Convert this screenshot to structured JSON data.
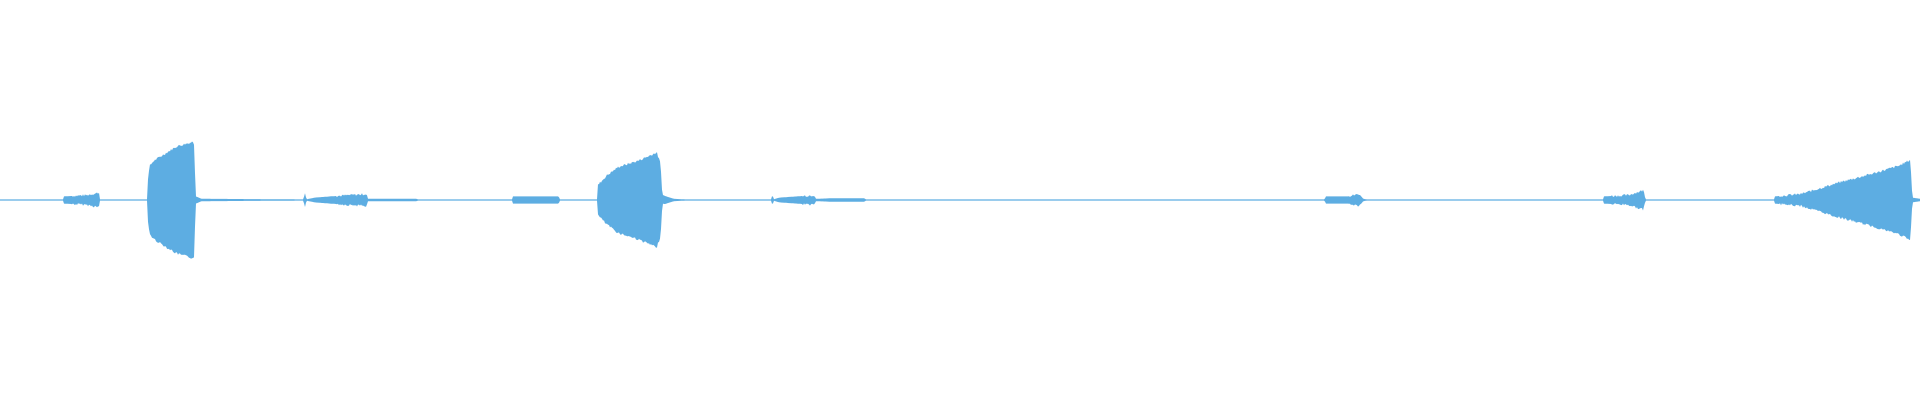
{
  "waveform": {
    "color": "#5dade2",
    "background": "#ffffff",
    "baseline_amplitude": 0.003,
    "envelope": [
      [
        0,
        0.003
      ],
      [
        0.033,
        0.003
      ],
      [
        0.033,
        0.018
      ],
      [
        0.045,
        0.024
      ],
      [
        0.052,
        0.037
      ],
      [
        0.052,
        0.003
      ],
      [
        0.077,
        0.003
      ],
      [
        0.077,
        0.104
      ],
      [
        0.078,
        0.171
      ],
      [
        0.08,
        0.195
      ],
      [
        0.086,
        0.232
      ],
      [
        0.092,
        0.268
      ],
      [
        0.099,
        0.287
      ],
      [
        0.101,
        0.293
      ],
      [
        0.102,
        0.018
      ],
      [
        0.105,
        0.006
      ],
      [
        0.158,
        0.003
      ],
      [
        0.159,
        0.043
      ],
      [
        0.1595,
        0.003
      ],
      [
        0.164,
        0.012
      ],
      [
        0.172,
        0.018
      ],
      [
        0.191,
        0.03
      ],
      [
        0.1915,
        0.006
      ],
      [
        0.217,
        0.006
      ],
      [
        0.2175,
        0.003
      ],
      [
        0.267,
        0.003
      ],
      [
        0.267,
        0.018
      ],
      [
        0.291,
        0.018
      ],
      [
        0.2915,
        0.003
      ],
      [
        0.311,
        0.003
      ],
      [
        0.3112,
        0.073
      ],
      [
        0.316,
        0.122
      ],
      [
        0.322,
        0.165
      ],
      [
        0.332,
        0.195
      ],
      [
        0.338,
        0.22
      ],
      [
        0.342,
        0.238
      ],
      [
        0.344,
        0.183
      ],
      [
        0.345,
        0.024
      ],
      [
        0.351,
        0.006
      ],
      [
        0.357,
        0.003
      ],
      [
        0.402,
        0.003
      ],
      [
        0.4023,
        0.061
      ],
      [
        0.4027,
        0.003
      ],
      [
        0.406,
        0.012
      ],
      [
        0.424,
        0.024
      ],
      [
        0.425,
        0.006
      ],
      [
        0.434,
        0.009
      ],
      [
        0.45,
        0.009
      ],
      [
        0.451,
        0.003
      ],
      [
        0.69,
        0.003
      ],
      [
        0.6903,
        0.018
      ],
      [
        0.702,
        0.018
      ],
      [
        0.708,
        0.03
      ],
      [
        0.71,
        0.006
      ],
      [
        0.712,
        0.003
      ],
      [
        0.835,
        0.003
      ],
      [
        0.8353,
        0.018
      ],
      [
        0.848,
        0.024
      ],
      [
        0.856,
        0.049
      ],
      [
        0.857,
        0.003
      ],
      [
        0.924,
        0.003
      ],
      [
        0.9243,
        0.018
      ],
      [
        0.938,
        0.03
      ],
      [
        0.957,
        0.085
      ],
      [
        0.976,
        0.134
      ],
      [
        0.989,
        0.171
      ],
      [
        0.995,
        0.201
      ],
      [
        0.996,
        0.012
      ],
      [
        1,
        0.006
      ]
    ]
  }
}
